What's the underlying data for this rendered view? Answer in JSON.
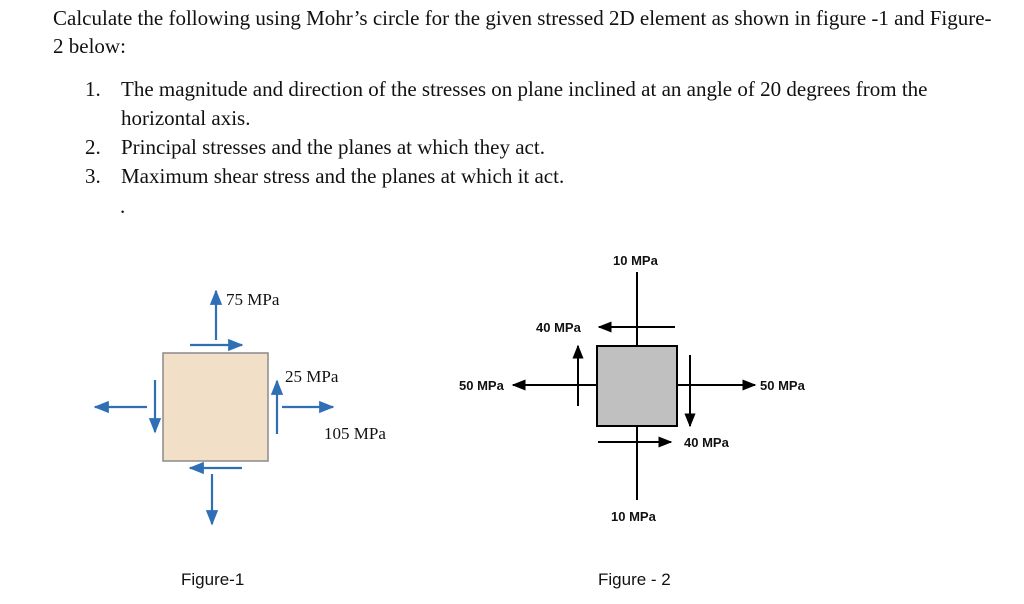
{
  "document": {
    "intro": "Calculate the following using Mohr’s circle for the given stressed 2D element as shown in figure -1 and Figure-2 below:",
    "questions": [
      {
        "num": "1.",
        "text": "The magnitude and direction of the stresses on plane inclined at an angle of 20 degrees from the horizontal axis."
      },
      {
        "num": "2.",
        "text": "Principal stresses and the planes at which they act."
      },
      {
        "num": "3.",
        "text": "Maximum shear stress and the planes at which it act."
      }
    ],
    "stray_mark": "."
  },
  "figure1": {
    "caption": "Figure-1",
    "label_vertical": "75 MPa",
    "label_shear": "25 MPa",
    "label_horizontal": "105 MPa",
    "element_fill": "#f2dfc8"
  },
  "figure2": {
    "caption": "Figure - 2",
    "label_top": "10 MPa",
    "label_bottom": "10 MPa",
    "label_left": "50 MPa",
    "label_right": "50 MPa",
    "label_shear_top": "40 MPa",
    "label_shear_bottom": "40 MPa",
    "element_fill": "#c0c0c0"
  },
  "colors": {
    "arrow_blue": "#2e6fb5",
    "arrow_black": "#000000"
  }
}
